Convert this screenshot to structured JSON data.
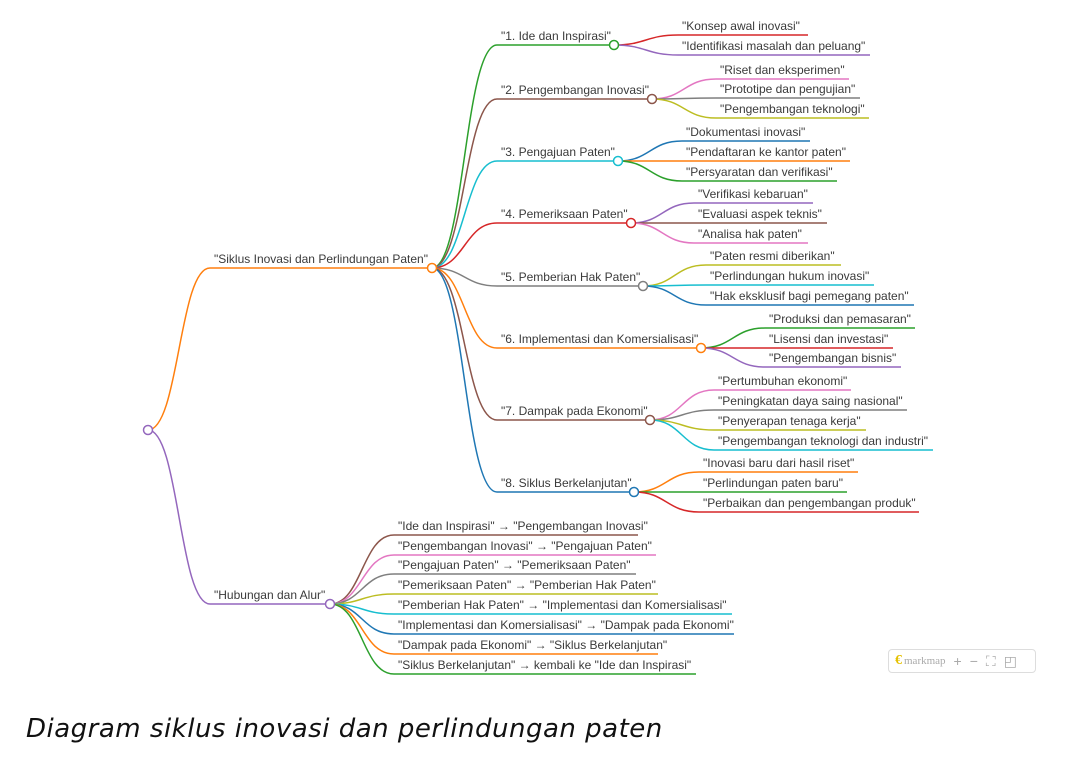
{
  "mindmap": {
    "color": "#9467bd",
    "children": [
      {
        "label": "\"Siklus Inovasi dan Perlindungan Paten\"",
        "color": "#ff7f0e",
        "children": [
          {
            "label": "\"1. Ide dan Inspirasi\"",
            "color": "#2ca02c",
            "children": [
              {
                "label": "\"Konsep awal inovasi\"",
                "color": "#d62728"
              },
              {
                "label": "\"Identifikasi masalah dan peluang\"",
                "color": "#9467bd"
              }
            ]
          },
          {
            "label": "\"2. Pengembangan Inovasi\"",
            "color": "#8c564b",
            "children": [
              {
                "label": "\"Riset dan eksperimen\"",
                "color": "#e377c2"
              },
              {
                "label": "\"Prototipe dan pengujian\"",
                "color": "#7f7f7f"
              },
              {
                "label": "\"Pengembangan teknologi\"",
                "color": "#bcbd22"
              }
            ]
          },
          {
            "label": "\"3. Pengajuan Paten\"",
            "color": "#17becf",
            "children": [
              {
                "label": "\"Dokumentasi inovasi\"",
                "color": "#1f77b4"
              },
              {
                "label": "\"Pendaftaran ke kantor paten\"",
                "color": "#ff7f0e"
              },
              {
                "label": "\"Persyaratan dan verifikasi\"",
                "color": "#2ca02c"
              }
            ]
          },
          {
            "label": "\"4. Pemeriksaan Paten\"",
            "color": "#d62728",
            "children": [
              {
                "label": "\"Verifikasi kebaruan\"",
                "color": "#9467bd"
              },
              {
                "label": "\"Evaluasi aspek teknis\"",
                "color": "#8c564b"
              },
              {
                "label": "\"Analisa hak paten\"",
                "color": "#e377c2"
              }
            ]
          },
          {
            "label": "\"5. Pemberian Hak Paten\"",
            "color": "#7f7f7f",
            "children": [
              {
                "label": "\"Paten resmi diberikan\"",
                "color": "#bcbd22"
              },
              {
                "label": "\"Perlindungan hukum inovasi\"",
                "color": "#17becf"
              },
              {
                "label": "\"Hak eksklusif bagi pemegang paten\"",
                "color": "#1f77b4"
              }
            ]
          },
          {
            "label": "\"6. Implementasi dan Komersialisasi\"",
            "color": "#ff7f0e",
            "children": [
              {
                "label": "\"Produksi dan pemasaran\"",
                "color": "#2ca02c"
              },
              {
                "label": "\"Lisensi dan investasi\"",
                "color": "#d62728"
              },
              {
                "label": "\"Pengembangan bisnis\"",
                "color": "#9467bd"
              }
            ]
          },
          {
            "label": "\"7. Dampak pada Ekonomi\"",
            "color": "#8c564b",
            "children": [
              {
                "label": "\"Pertumbuhan ekonomi\"",
                "color": "#e377c2"
              },
              {
                "label": "\"Peningkatan daya saing nasional\"",
                "color": "#7f7f7f"
              },
              {
                "label": "\"Penyerapan tenaga kerja\"",
                "color": "#bcbd22"
              },
              {
                "label": "\"Pengembangan teknologi dan industri\"",
                "color": "#17becf"
              }
            ]
          },
          {
            "label": "\"8. Siklus Berkelanjutan\"",
            "color": "#1f77b4",
            "children": [
              {
                "label": "\"Inovasi baru dari hasil riset\"",
                "color": "#ff7f0e"
              },
              {
                "label": "\"Perlindungan paten baru\"",
                "color": "#2ca02c"
              },
              {
                "label": "\"Perbaikan dan pengembangan produk\"",
                "color": "#d62728"
              }
            ]
          }
        ]
      },
      {
        "label": "\"Hubungan dan Alur\"",
        "color": "#9467bd",
        "children": [
          {
            "label": "\"Ide dan Inspirasi\" → \"Pengembangan Inovasi\"",
            "color": "#8c564b"
          },
          {
            "label": "\"Pengembangan Inovasi\" → \"Pengajuan Paten\"",
            "color": "#e377c2"
          },
          {
            "label": "\"Pengajuan Paten\" → \"Pemeriksaan Paten\"",
            "color": "#7f7f7f"
          },
          {
            "label": "\"Pemeriksaan Paten\" → \"Pemberian Hak Paten\"",
            "color": "#bcbd22"
          },
          {
            "label": "\"Pemberian Hak Paten\" → \"Implementasi dan Komersialisasi\"",
            "color": "#17becf"
          },
          {
            "label": "\"Implementasi dan Komersialisasi\" → \"Dampak pada Ekonomi\"",
            "color": "#1f77b4"
          },
          {
            "label": "\"Dampak pada Ekonomi\" → \"Siklus Berkelanjutan\"",
            "color": "#ff7f0e"
          },
          {
            "label": "\"Siklus Berkelanjutan\" → kembali ke \"Ide dan Inspirasi\"",
            "color": "#2ca02c"
          }
        ]
      }
    ]
  },
  "toolbar": {
    "brand": "markmap",
    "zoom_in": "+",
    "zoom_out": "−",
    "fit": "⛶",
    "toggle": "◰"
  },
  "caption": "Diagram siklus inovasi dan perlindungan paten"
}
